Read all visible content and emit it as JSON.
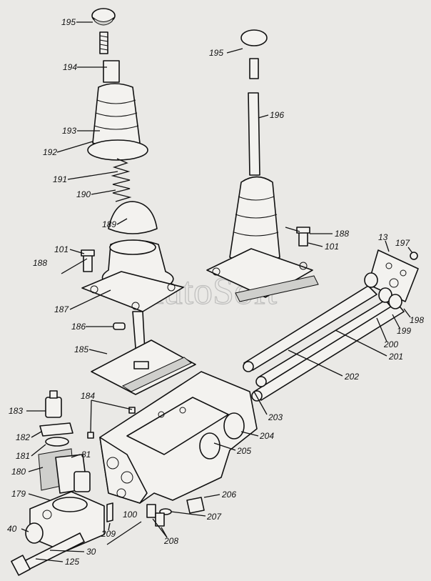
{
  "watermark": "AutoSoft",
  "callouts": [
    {
      "id": "l195a",
      "text": "195"
    },
    {
      "id": "l195b",
      "text": "195"
    },
    {
      "id": "l194",
      "text": "194"
    },
    {
      "id": "l193",
      "text": "193"
    },
    {
      "id": "l192",
      "text": "192"
    },
    {
      "id": "l196",
      "text": "196"
    },
    {
      "id": "l191",
      "text": "191"
    },
    {
      "id": "l190",
      "text": "190"
    },
    {
      "id": "l189",
      "text": "189"
    },
    {
      "id": "l188a",
      "text": "188"
    },
    {
      "id": "l101a",
      "text": "101"
    },
    {
      "id": "l188b",
      "text": "188"
    },
    {
      "id": "l101b",
      "text": "101"
    },
    {
      "id": "l13",
      "text": "13"
    },
    {
      "id": "l197",
      "text": "197"
    },
    {
      "id": "l187",
      "text": "187"
    },
    {
      "id": "l198",
      "text": "198"
    },
    {
      "id": "l199",
      "text": "199"
    },
    {
      "id": "l186",
      "text": "186"
    },
    {
      "id": "l200",
      "text": "200"
    },
    {
      "id": "l201",
      "text": "201"
    },
    {
      "id": "l185",
      "text": "185"
    },
    {
      "id": "l202",
      "text": "202"
    },
    {
      "id": "l184",
      "text": "184"
    },
    {
      "id": "l183",
      "text": "183"
    },
    {
      "id": "l203",
      "text": "203"
    },
    {
      "id": "l204",
      "text": "204"
    },
    {
      "id": "l182",
      "text": "182"
    },
    {
      "id": "l205",
      "text": "205"
    },
    {
      "id": "l181",
      "text": "181"
    },
    {
      "id": "l81",
      "text": "81"
    },
    {
      "id": "l180",
      "text": "180"
    },
    {
      "id": "l206",
      "text": "206"
    },
    {
      "id": "l179",
      "text": "179"
    },
    {
      "id": "l100",
      "text": "100"
    },
    {
      "id": "l207",
      "text": "207"
    },
    {
      "id": "l40",
      "text": "40"
    },
    {
      "id": "l209",
      "text": "209"
    },
    {
      "id": "l208",
      "text": "208"
    },
    {
      "id": "l30",
      "text": "30"
    },
    {
      "id": "l125",
      "text": "125"
    }
  ]
}
